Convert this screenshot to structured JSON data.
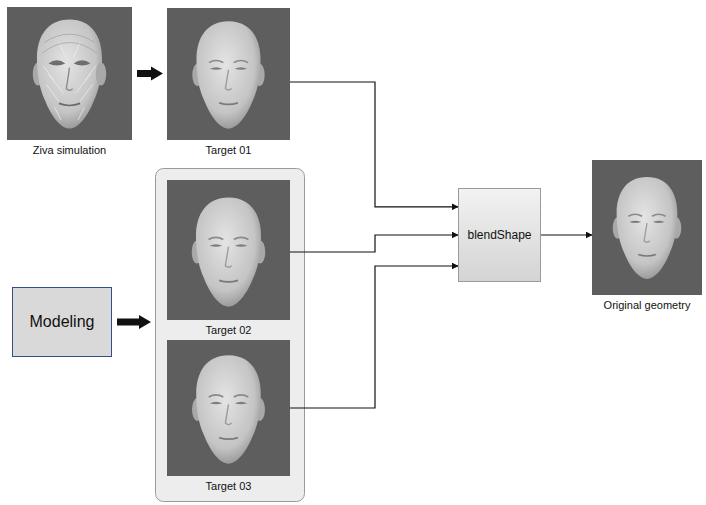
{
  "diagram": {
    "nodes": [
      {
        "text": [
          "Ziva simulation"
        ]
      },
      {
        "text": [
          "Target 01"
        ]
      },
      {
        "text": [
          "Modeling"
        ]
      },
      {
        "text": []
      },
      {
        "text": [
          "Target 02"
        ],
        "in": 3
      },
      {
        "text": [
          "Target 03"
        ],
        "in": 3
      },
      {
        "text": [
          "blendShape"
        ]
      },
      {
        "text": [
          "Original geometry"
        ]
      }
    ],
    "edges": [
      {
        "from": 0,
        "to": 1,
        "arrow": "to"
      },
      {
        "from": 2,
        "to": 3,
        "arrow": "to"
      },
      {
        "from": 1,
        "to": 6,
        "arrow": "to"
      },
      {
        "from": 4,
        "to": 6,
        "arrow": "to"
      },
      {
        "from": 5,
        "to": 6,
        "arrow": "to"
      },
      {
        "from": 6,
        "to": 7,
        "arrow": "to"
      }
    ]
  }
}
